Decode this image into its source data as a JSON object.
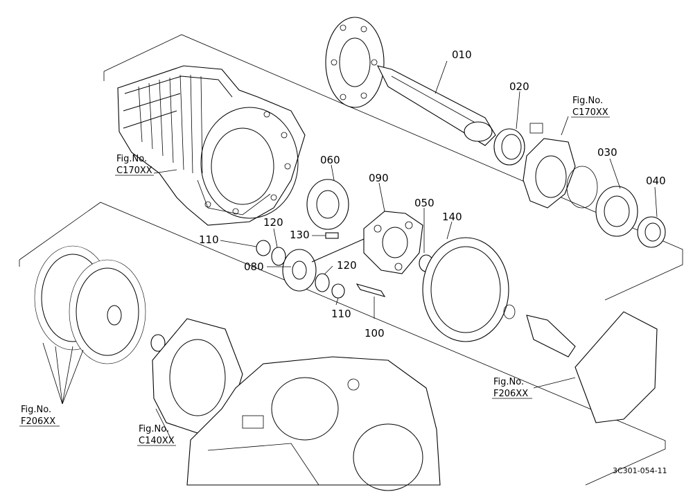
{
  "part_numbers": {
    "p010": "010",
    "p020": "020",
    "p030": "030",
    "p040": "040",
    "p050": "050",
    "p060": "060",
    "p080": "080",
    "p090": "090",
    "p100": "100",
    "p110a": "110",
    "p110b": "110",
    "p120a": "120",
    "p120b": "120",
    "p130": "130",
    "p140": "140"
  },
  "figure_refs": {
    "c170_right": {
      "line1": "Fig.No.",
      "line2": "C170XX"
    },
    "c170_left": {
      "line1": "Fig.No.",
      "line2": "C170XX"
    },
    "f206_left": {
      "line1": "Fig.No.",
      "line2": "F206XX"
    },
    "f206_right": {
      "line1": "Fig.No.",
      "line2": "F206XX"
    },
    "c140": {
      "line1": "Fig.No.",
      "line2": "C140XX"
    }
  },
  "drawing_code": "3C301-054-11"
}
